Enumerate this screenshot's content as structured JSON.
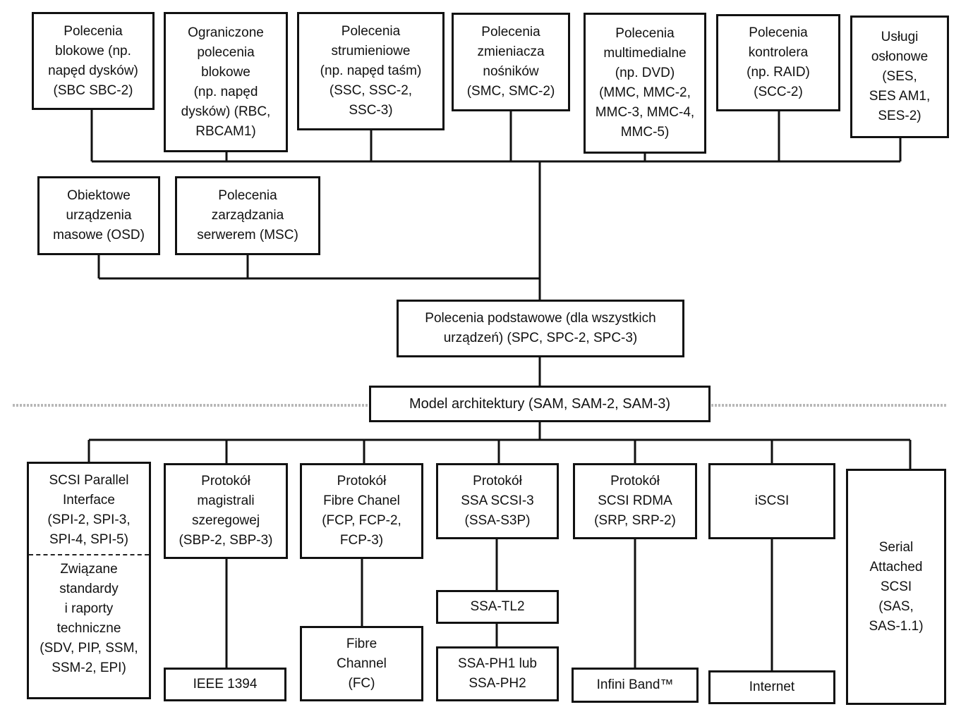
{
  "top_row": [
    {
      "id": "sbc",
      "lines": [
        "Polecenia",
        "blokowe (np.",
        "napęd dysków)",
        "(SBC SBC-2)"
      ]
    },
    {
      "id": "rbc",
      "lines": [
        "Ograniczone",
        "polecenia",
        "blokowe",
        "(np. napęd",
        "dysków) (RBC,",
        "RBCAM1)"
      ]
    },
    {
      "id": "ssc",
      "lines": [
        "Polecenia",
        "strumieniowe",
        "(np. napęd taśm)",
        "(SSC, SSC-2,",
        "SSC-3)"
      ]
    },
    {
      "id": "smc",
      "lines": [
        "Polecenia",
        "zmieniacza",
        "nośników",
        "(SMC, SMC-2)"
      ]
    },
    {
      "id": "mmc",
      "lines": [
        "Polecenia",
        "multimedialne",
        "(np. DVD)",
        "(MMC, MMC-2,",
        "MMC-3, MMC-4,",
        "MMC-5)"
      ]
    },
    {
      "id": "scc",
      "lines": [
        "Polecenia",
        "kontrolera",
        "(np. RAID)",
        "(SCC-2)"
      ]
    },
    {
      "id": "ses",
      "lines": [
        "Usługi",
        "osłonowe",
        "(SES,",
        "SES AM1,",
        "SES-2)"
      ]
    }
  ],
  "second_row": [
    {
      "id": "osd",
      "lines": [
        "Obiektowe",
        "urządzenia",
        "masowe (OSD)"
      ]
    },
    {
      "id": "msc",
      "lines": [
        "Polecenia",
        "zarządzania",
        "serwerem (MSC)"
      ]
    }
  ],
  "spc": {
    "lines": [
      "Polecenia podstawowe (dla wszystkich",
      "urządzeń) (SPC, SPC-2, SPC-3)"
    ]
  },
  "sam": {
    "lines": [
      "Model architektury (SAM, SAM-2, SAM-3)"
    ]
  },
  "bottom_row": [
    {
      "id": "spi",
      "lines": [
        "SCSI Parallel",
        "Interface",
        "(SPI-2, SPI-3,",
        "SPI-4, SPI-5)"
      ],
      "lines2": [
        "Związane",
        "standardy",
        "i raporty",
        "techniczne",
        "(SDV, PIP, SSM,",
        "SSM-2, EPI)"
      ]
    },
    {
      "id": "sbp",
      "lines": [
        "Protokół",
        "magistrali",
        "szeregowej",
        "(SBP-2, SBP-3)"
      ]
    },
    {
      "id": "fcp",
      "lines": [
        "Protokół",
        "Fibre Chanel",
        "(FCP, FCP-2,",
        "FCP-3)"
      ]
    },
    {
      "id": "ssa",
      "lines": [
        "Protokół",
        "SSA SCSI-3",
        "(SSA-S3P)"
      ]
    },
    {
      "id": "srp",
      "lines": [
        "Protokół",
        "SCSI RDMA",
        "(SRP, SRP-2)"
      ]
    },
    {
      "id": "iscsi",
      "lines": [
        "iSCSI"
      ]
    },
    {
      "id": "sas",
      "lines": [
        "Serial",
        "Attached",
        "SCSI",
        "(SAS,",
        "SAS-1.1)"
      ]
    }
  ],
  "transports": [
    {
      "id": "ieee1394",
      "lines": [
        "IEEE 1394"
      ]
    },
    {
      "id": "fc",
      "lines": [
        "Fibre",
        "Channel",
        "(FC)"
      ]
    },
    {
      "id": "ssatl2",
      "lines": [
        "SSA-TL2"
      ]
    },
    {
      "id": "ssaph",
      "lines": [
        "SSA-PH1 lub",
        "SSA-PH2"
      ]
    },
    {
      "id": "infiniband",
      "lines": [
        "Infini Band™"
      ]
    },
    {
      "id": "internet",
      "lines": [
        "Internet"
      ]
    }
  ]
}
